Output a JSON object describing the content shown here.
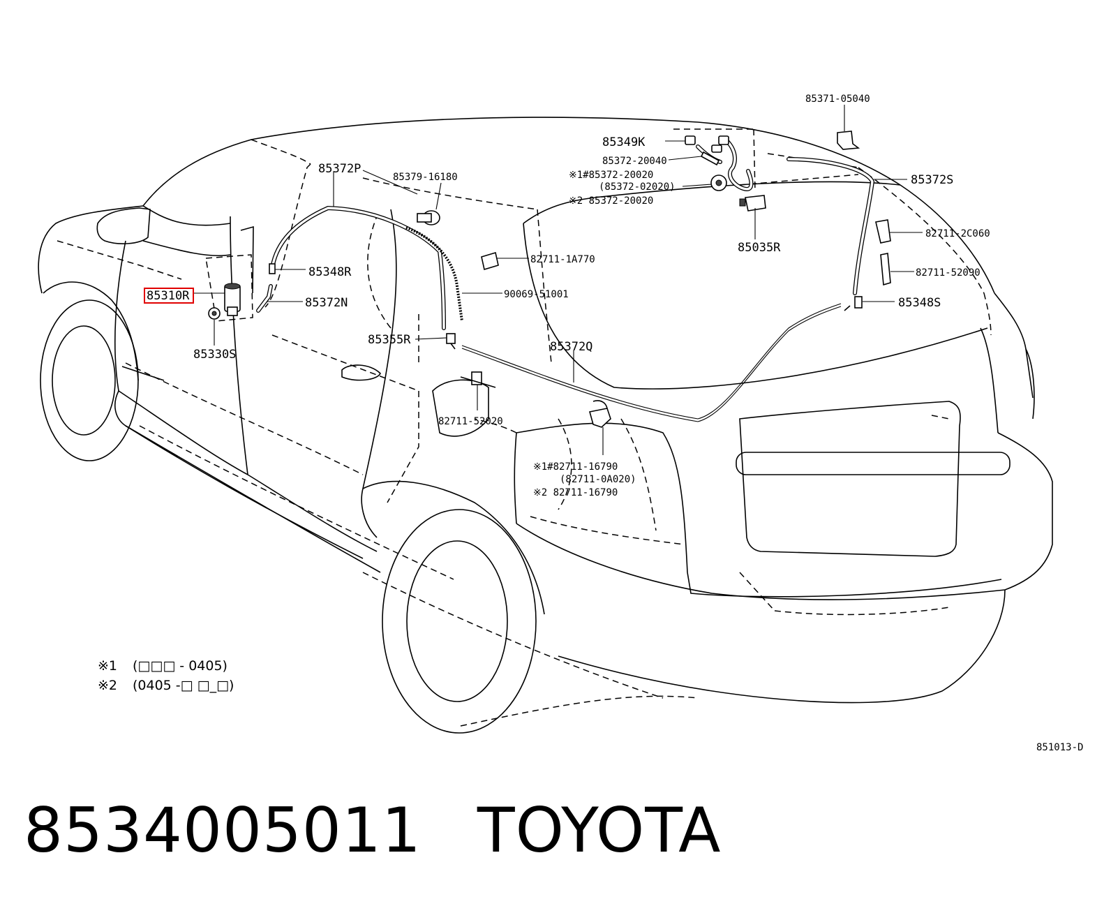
{
  "diagram_code": "851013-D",
  "highlighted_part": "85310R",
  "footer": {
    "part_number": "8534005011",
    "brand": "TOYOTA"
  },
  "notes": [
    {
      "mark": "※1",
      "text": "(□□□ - 0405)"
    },
    {
      "mark": "※2",
      "text": "(0405 -□ □_□)"
    }
  ],
  "labels": {
    "p85371_05040": "85371-05040",
    "p85349K": "85349K",
    "p85372_20040": "85372-20040",
    "p85372_20020_1": "※1#85372-20020",
    "p85372_02020": "(85372-02020)",
    "p85372_20020_2": "※2  85372-20020",
    "p85372S": "85372S",
    "p85035R": "85035R",
    "p82711_2C060": "82711-2C060",
    "p82711_52090": "82711-52090",
    "p85348S": "85348S",
    "p85372P": "85372P",
    "p85379_16180": "85379-16180",
    "p82711_1A770": "82711-1A770",
    "p85348R": "85348R",
    "p85310R": "85310R",
    "p85372N": "85372N",
    "p90069_51001": "90069-51001",
    "p85355R": "85355R",
    "p85372Q": "85372Q",
    "p85330S": "85330S",
    "p82711_52020": "82711-52020",
    "p82711_16790_1": "※1#82711-16790",
    "p82711_0A020": "(82711-0A020)",
    "p82711_16790_2": "※2  82711-16790"
  }
}
